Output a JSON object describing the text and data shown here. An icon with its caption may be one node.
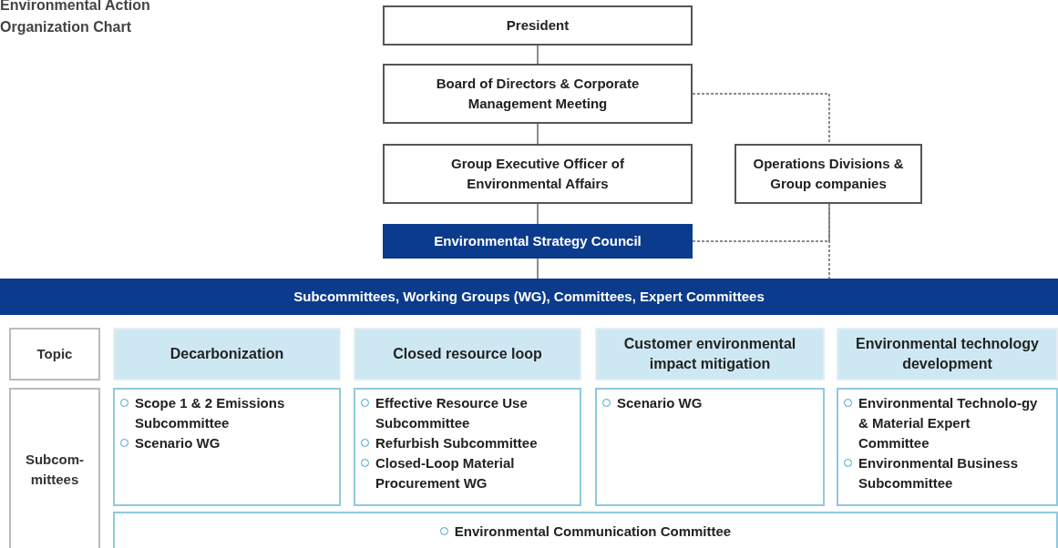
{
  "diagram": {
    "title": "Environmental Action Organization Chart",
    "nodes": [
      {
        "text": [
          "President"
        ]
      },
      {
        "text": [
          "Board of Directors & Corporate Management Meeting"
        ]
      },
      {
        "text": [
          "Group Executive Officer of Environmental Affairs"
        ]
      },
      {
        "text": [
          "Operations Divisions & Group companies"
        ]
      },
      {
        "text": [
          "Environmental Strategy Council"
        ]
      },
      {
        "text": [
          "Subcommittees, Working Groups (WG), Committees, Expert Committees"
        ]
      },
      {
        "text": [
          "Topic"
        ]
      },
      {
        "text": [
          "Decarbonization"
        ]
      },
      {
        "text": [
          "Closed resource loop"
        ]
      },
      {
        "text": [
          "Customer environmental impact mitigation"
        ]
      },
      {
        "text": [
          "Environmental technology development"
        ]
      },
      {
        "text": [
          "Subcom-mittees"
        ]
      },
      {
        "text": [
          "Scope 1 & 2 Emissions Subcommittee",
          "Scenario WG"
        ]
      },
      {
        "text": [
          "Effective Resource Use Subcommittee",
          "Refurbish Subcommittee",
          "Closed-Loop Material Procurement WG"
        ]
      },
      {
        "text": [
          "Scenario WG"
        ]
      },
      {
        "text": [
          "Environmental Technolo-gy & Material Expert Committee",
          "Environmental Business Subcommittee"
        ]
      },
      {
        "text": [
          "Environmental Communication Committee"
        ]
      }
    ],
    "edges": [
      {
        "from": 0,
        "to": 1,
        "arrow": "none"
      },
      {
        "from": 1,
        "to": 2,
        "arrow": "none"
      },
      {
        "from": 2,
        "to": 4,
        "arrow": "none"
      },
      {
        "from": 4,
        "to": 5,
        "arrow": "none"
      },
      {
        "from": 1,
        "to": 3,
        "arrow": "none",
        "style": "dashed"
      },
      {
        "from": 4,
        "to": 3,
        "arrow": "none",
        "style": "dashed"
      },
      {
        "from": 3,
        "to": 5,
        "arrow": "none",
        "style": "dashed"
      }
    ]
  }
}
